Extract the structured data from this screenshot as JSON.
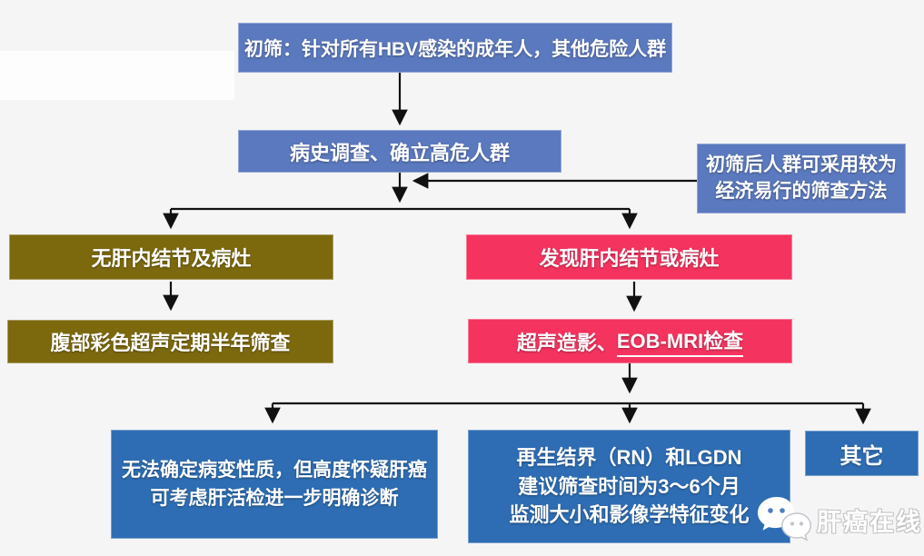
{
  "flowchart": {
    "title_context": "HBV liver-cancer screening flowchart",
    "colors": {
      "primary_blue": "#5b79be",
      "deep_blue": "#2e6db3",
      "olive": "#7c690e",
      "pink": "#f4335f",
      "arrow": "#111111",
      "background": "#f5f5f6"
    },
    "nodes": {
      "screening": {
        "label": "初筛：针对所有HBV感染的成年人，其他危险人群"
      },
      "history": {
        "label": "病史调查、确立高危人群"
      },
      "note": {
        "line1": "初筛后人群可采用较为",
        "line2": "经济易行的筛查方法"
      },
      "no_nodule": {
        "label": "无肝内结节及病灶"
      },
      "ultrasound": {
        "label": "腹部彩色超声定期半年筛查"
      },
      "nodule_found": {
        "label": "发现肝内结节或病灶"
      },
      "contrast": {
        "prefix": "超声造影、",
        "underlined": "EOB-MRI检查"
      },
      "biopsy": {
        "line1": "无法确定病变性质，但高度怀疑肝癌",
        "line2": "可考虑肝活检进一步明确诊断"
      },
      "rn_lgdn": {
        "line1": "再生结界（RN）和LGDN",
        "line2": "建议筛查时间为3～6个月",
        "line3": "监测大小和影像学特征变化"
      },
      "other": {
        "label": "其它"
      }
    },
    "edges": [
      "screening→history",
      "note→history-branch-junction",
      "history→no_nodule",
      "history→nodule_found",
      "no_nodule→ultrasound",
      "nodule_found→contrast",
      "contrast→biopsy",
      "contrast→rn_lgdn",
      "contrast→other"
    ],
    "watermark": {
      "label": "肝癌在线",
      "icon": "wechat-icon"
    }
  }
}
